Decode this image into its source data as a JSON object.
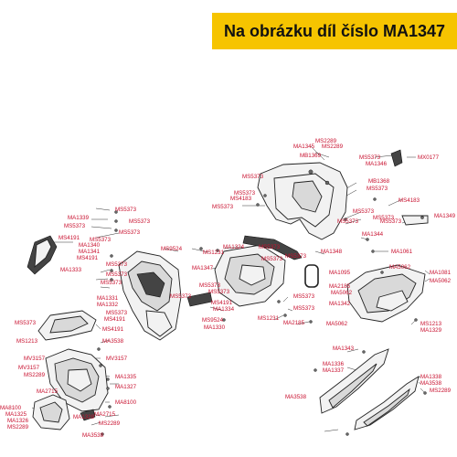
{
  "banner": {
    "text": "Na obrázku díl číslo MA1347",
    "color": "#f6c400"
  },
  "labels": [
    "MS2289",
    "MA1345",
    "MS2289",
    "MB1369",
    "MS5373",
    "MA1346",
    "MX0177",
    "MS5373",
    "MB1368",
    "MS5373",
    "MS5373",
    "MS4183",
    "MS4183",
    "MS5373",
    "MS5373",
    "MS5373",
    "MA1339",
    "MS5373",
    "MS5373",
    "MS5373",
    "MS5373",
    "MS5373",
    "MA1349",
    "MS5373",
    "MS4191",
    "MS5373",
    "MS9524",
    "MS1231",
    "MA1324",
    "MS5373",
    "MA1348",
    "MS5373",
    "MA1344",
    "MA1340",
    "MA1341",
    "MS4191",
    "MS5373",
    "MA1061",
    "MA1333",
    "MS5373",
    "MA1347",
    "MS5373",
    "MA1095",
    "MA5062",
    "MA1081",
    "MS5373",
    "MA2185",
    "MA5062",
    "MA5062",
    "MS5373",
    "MS5373",
    "MA1342",
    "MA1331",
    "MA1332",
    "MS5373",
    "MS4191",
    "MA1334",
    "MS5373",
    "MS5373",
    "MS5373",
    "MS4191",
    "MS1231",
    "MS9524",
    "MA2185",
    "MA5062",
    "MS1213",
    "MA1329",
    "MS5373",
    "MS4191",
    "MA1330",
    "MS1213",
    "MA3538",
    "MA1343",
    "MV3157",
    "MV3157",
    "MV3157",
    "MS2289",
    "MA1335",
    "MA1336",
    "MA1337",
    "MA1338",
    "MA3538",
    "MS2289",
    "MA1327",
    "MA2715",
    "MA8100",
    "MA1325",
    "MA1326",
    "MS2289",
    "MA8100",
    "MA1328",
    "MS2289",
    "MA2715",
    "MA3538",
    "MA3538"
  ]
}
